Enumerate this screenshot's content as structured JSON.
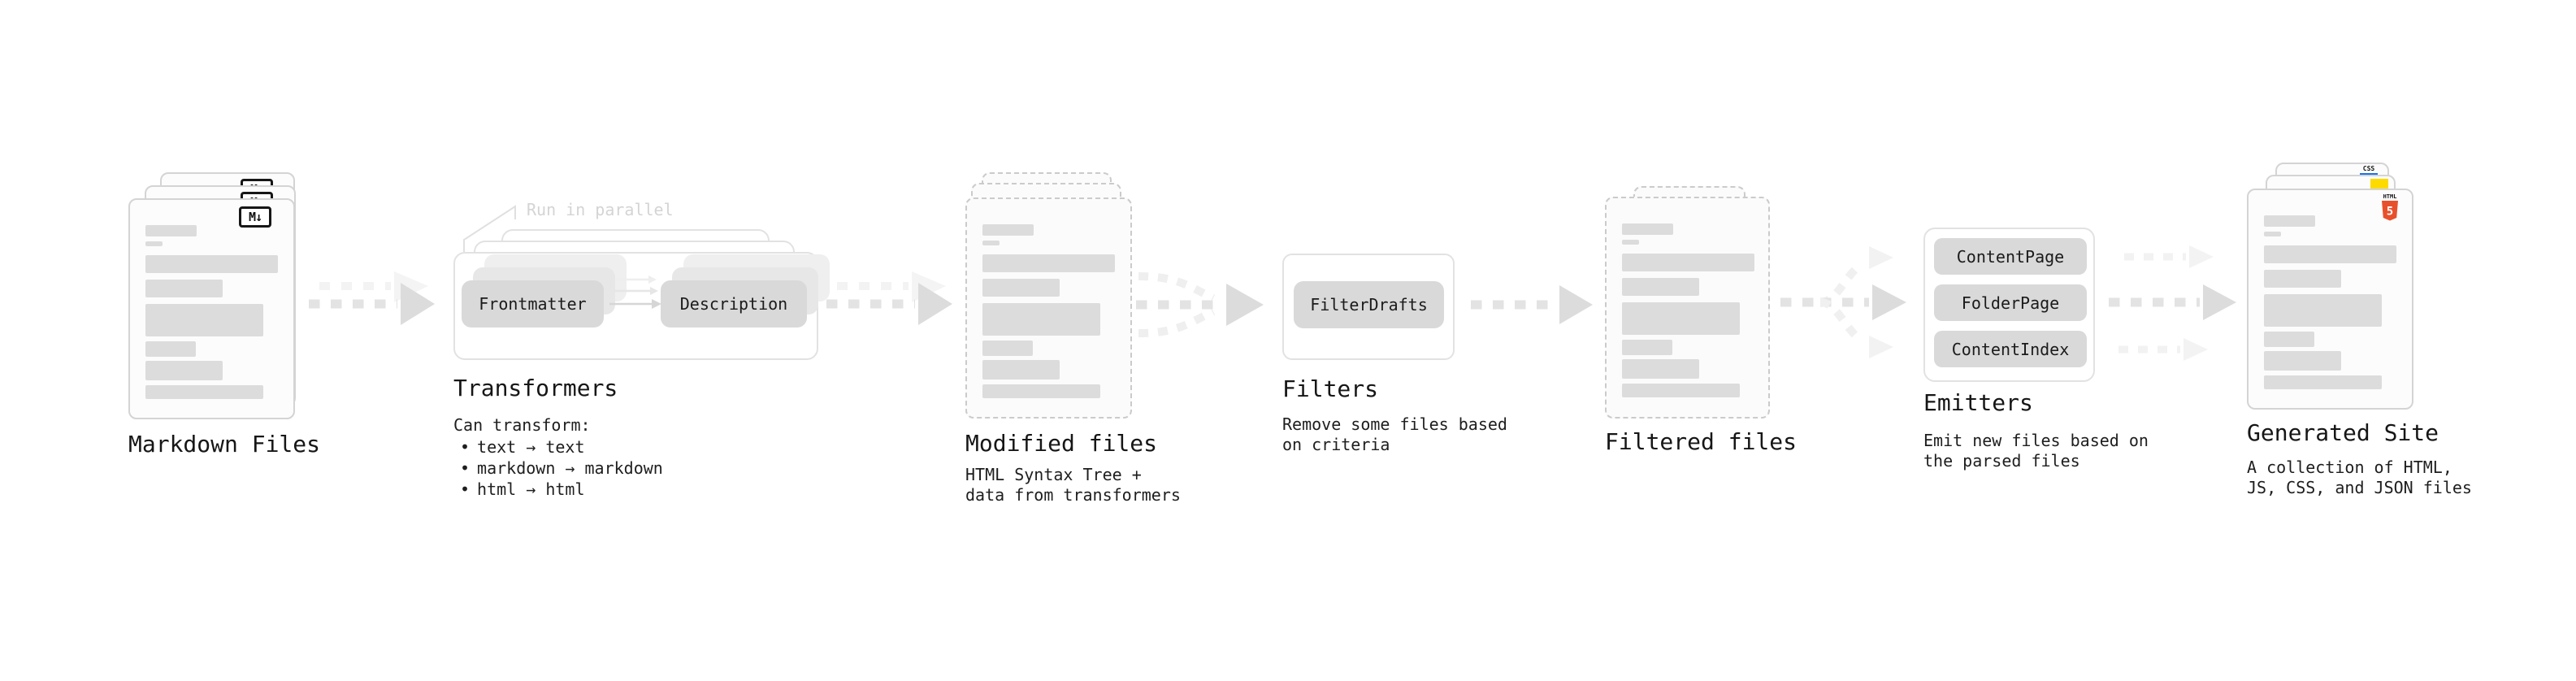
{
  "diagram": {
    "markdown_files": {
      "label": "Markdown Files",
      "badge": "M↓"
    },
    "transformers": {
      "heading": "Transformers",
      "parallel_note": "Run in parallel",
      "pill_from": "Frontmatter",
      "pill_to": "Description",
      "intro": "Can transform:",
      "bullet_char": "•",
      "bullets": [
        "text → text",
        "markdown → markdown",
        "html → html"
      ]
    },
    "modified_files": {
      "label": "Modified files",
      "sublines": [
        "HTML Syntax Tree +",
        "data from transformers"
      ]
    },
    "filters": {
      "heading": "Filters",
      "pill": "FilterDrafts",
      "sublines": [
        "Remove some files based",
        "on criteria"
      ]
    },
    "filtered_files": {
      "label": "Filtered files"
    },
    "emitters": {
      "heading": "Emitters",
      "pills": [
        "ContentPage",
        "FolderPage",
        "ContentIndex"
      ],
      "sublines": [
        "Emit new files based on",
        "the parsed files"
      ]
    },
    "generated_site": {
      "label": "Generated Site",
      "sublines": [
        "A collection of HTML,",
        "JS, CSS, and JSON files"
      ],
      "badges": {
        "css": "CSS",
        "html_label": "HTML",
        "html_number": "5"
      }
    }
  },
  "colors": {
    "html5_orange": "#e8502b",
    "js_yellow": "#fedb00",
    "css_blue": "#1a73e8",
    "pill_gray": "#d9d9d9",
    "arrow_gray": "#dedede"
  }
}
